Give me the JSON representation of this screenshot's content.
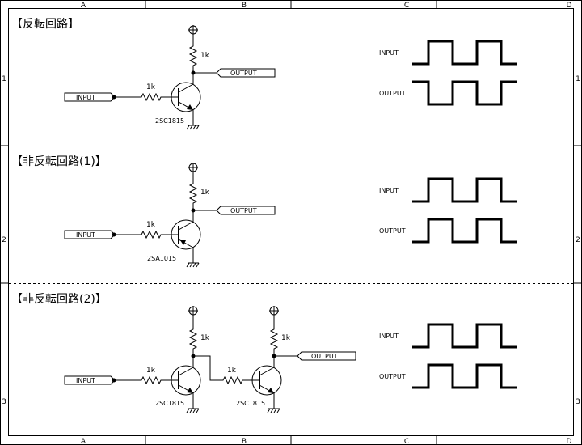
{
  "frame": {
    "columns": [
      "A",
      "B",
      "C",
      "D"
    ],
    "rows": [
      "1",
      "2",
      "3"
    ]
  },
  "sections": [
    {
      "title": "【反転回路】",
      "input_label": "INPUT",
      "output_label": "OUTPUT",
      "pullup_resistor": "1k",
      "base_resistor": "1k",
      "transistor": "2SC1815",
      "waveform_input_label": "INPUT",
      "waveform_output_label": "OUTPUT"
    },
    {
      "title": "【非反転回路(1)】",
      "input_label": "INPUT",
      "output_label": "OUTPUT",
      "pullup_resistor": "1k",
      "base_resistor": "1k",
      "transistor": "2SA1015",
      "waveform_input_label": "INPUT",
      "waveform_output_label": "OUTPUT"
    },
    {
      "title": "【非反転回路(2)】",
      "input_label": "INPUT",
      "output_label": "OUTPUT",
      "pullup_resistor_1": "1k",
      "pullup_resistor_2": "1k",
      "base_resistor_1": "1k",
      "base_resistor_2": "1k",
      "transistor_1": "2SC1815",
      "transistor_2": "2SC1815",
      "waveform_input_label": "INPUT",
      "waveform_output_label": "OUTPUT"
    }
  ]
}
